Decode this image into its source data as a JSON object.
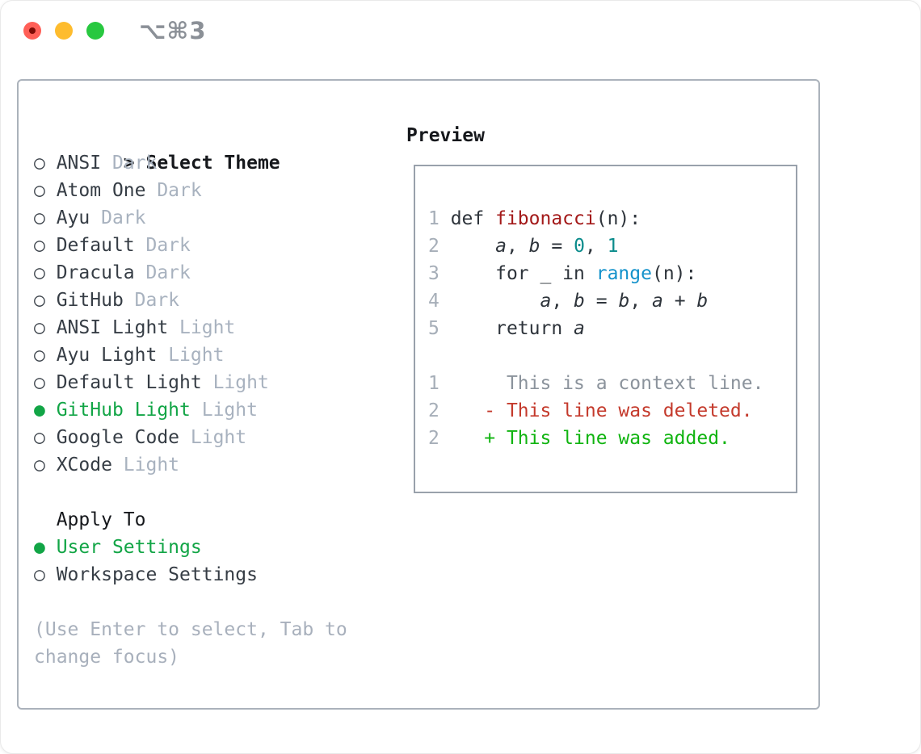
{
  "window": {
    "shortcut_label": "⌥⌘3",
    "traffic_lights": [
      {
        "name": "close",
        "color": "#ff5f57"
      },
      {
        "name": "minimize",
        "color": "#febc2e"
      },
      {
        "name": "zoom",
        "color": "#28c840"
      }
    ]
  },
  "glyphs": {
    "prompt": ">",
    "radio_selected": "●",
    "radio_unselected": "○"
  },
  "theme_panel": {
    "title": "Select Theme",
    "themes": [
      {
        "name": "ANSI",
        "variant": "Dark",
        "selected": false
      },
      {
        "name": "Atom One",
        "variant": "Dark",
        "selected": false
      },
      {
        "name": "Ayu",
        "variant": "Dark",
        "selected": false
      },
      {
        "name": "Default",
        "variant": "Dark",
        "selected": false
      },
      {
        "name": "Dracula",
        "variant": "Dark",
        "selected": false
      },
      {
        "name": "GitHub",
        "variant": "Dark",
        "selected": false
      },
      {
        "name": "ANSI Light",
        "variant": "Light",
        "selected": false
      },
      {
        "name": "Ayu Light",
        "variant": "Light",
        "selected": false
      },
      {
        "name": "Default Light",
        "variant": "Light",
        "selected": false
      },
      {
        "name": "GitHub Light",
        "variant": "Light",
        "selected": true
      },
      {
        "name": "Google Code",
        "variant": "Light",
        "selected": false
      },
      {
        "name": "XCode",
        "variant": "Light",
        "selected": false
      }
    ],
    "apply_to": {
      "label": "Apply To",
      "options": [
        {
          "label": "User Settings",
          "selected": true
        },
        {
          "label": "Workspace Settings",
          "selected": false
        }
      ]
    },
    "hint_line1": "(Use Enter to select, Tab to",
    "hint_line2": "change focus)"
  },
  "preview": {
    "title": "Preview",
    "lines": [
      {
        "no": "1",
        "segs": [
          {
            "t": "def ",
            "c": "fg"
          },
          {
            "t": "fibonacci",
            "c": "func"
          },
          {
            "t": "(n):",
            "c": "fg"
          }
        ]
      },
      {
        "no": "2",
        "segs": [
          {
            "t": "    ",
            "c": "fg"
          },
          {
            "t": "a",
            "c": "var"
          },
          {
            "t": ", ",
            "c": "fg"
          },
          {
            "t": "b",
            "c": "var"
          },
          {
            "t": " = ",
            "c": "fg"
          },
          {
            "t": "0",
            "c": "num"
          },
          {
            "t": ", ",
            "c": "fg"
          },
          {
            "t": "1",
            "c": "num"
          }
        ]
      },
      {
        "no": "3",
        "segs": [
          {
            "t": "    for _ in ",
            "c": "fg"
          },
          {
            "t": "range",
            "c": "builtin"
          },
          {
            "t": "(n):",
            "c": "fg"
          }
        ]
      },
      {
        "no": "4",
        "segs": [
          {
            "t": "        ",
            "c": "fg"
          },
          {
            "t": "a",
            "c": "var"
          },
          {
            "t": ", ",
            "c": "fg"
          },
          {
            "t": "b",
            "c": "var"
          },
          {
            "t": " = ",
            "c": "fg"
          },
          {
            "t": "b",
            "c": "var"
          },
          {
            "t": ", ",
            "c": "fg"
          },
          {
            "t": "a",
            "c": "var"
          },
          {
            "t": " + ",
            "c": "fg"
          },
          {
            "t": "b",
            "c": "var"
          }
        ]
      },
      {
        "no": "5",
        "segs": [
          {
            "t": "    return ",
            "c": "fg"
          },
          {
            "t": "a",
            "c": "var"
          }
        ]
      },
      {
        "no": "",
        "segs": []
      },
      {
        "no": "1",
        "segs": [
          {
            "t": "     This is a context line.",
            "c": "ctx"
          }
        ]
      },
      {
        "no": "2",
        "segs": [
          {
            "t": "   - This line was deleted.",
            "c": "del"
          }
        ]
      },
      {
        "no": "2",
        "segs": [
          {
            "t": "   + This line was added.",
            "c": "add"
          }
        ]
      }
    ]
  },
  "colors": {
    "accent_green": "#12a546",
    "diff_added": "#10b410",
    "diff_deleted": "#c43a2c",
    "diff_context": "#8b939c",
    "syntax_function": "#a31919",
    "syntax_number": "#0b8c8c",
    "syntax_builtin": "#1492cb",
    "line_number_gray": "#a6aeb8",
    "muted_gray": "#a8b0bc",
    "text_dark": "#363d45",
    "panel_border": "#abb2bb",
    "preview_border": "#99a1ab"
  }
}
